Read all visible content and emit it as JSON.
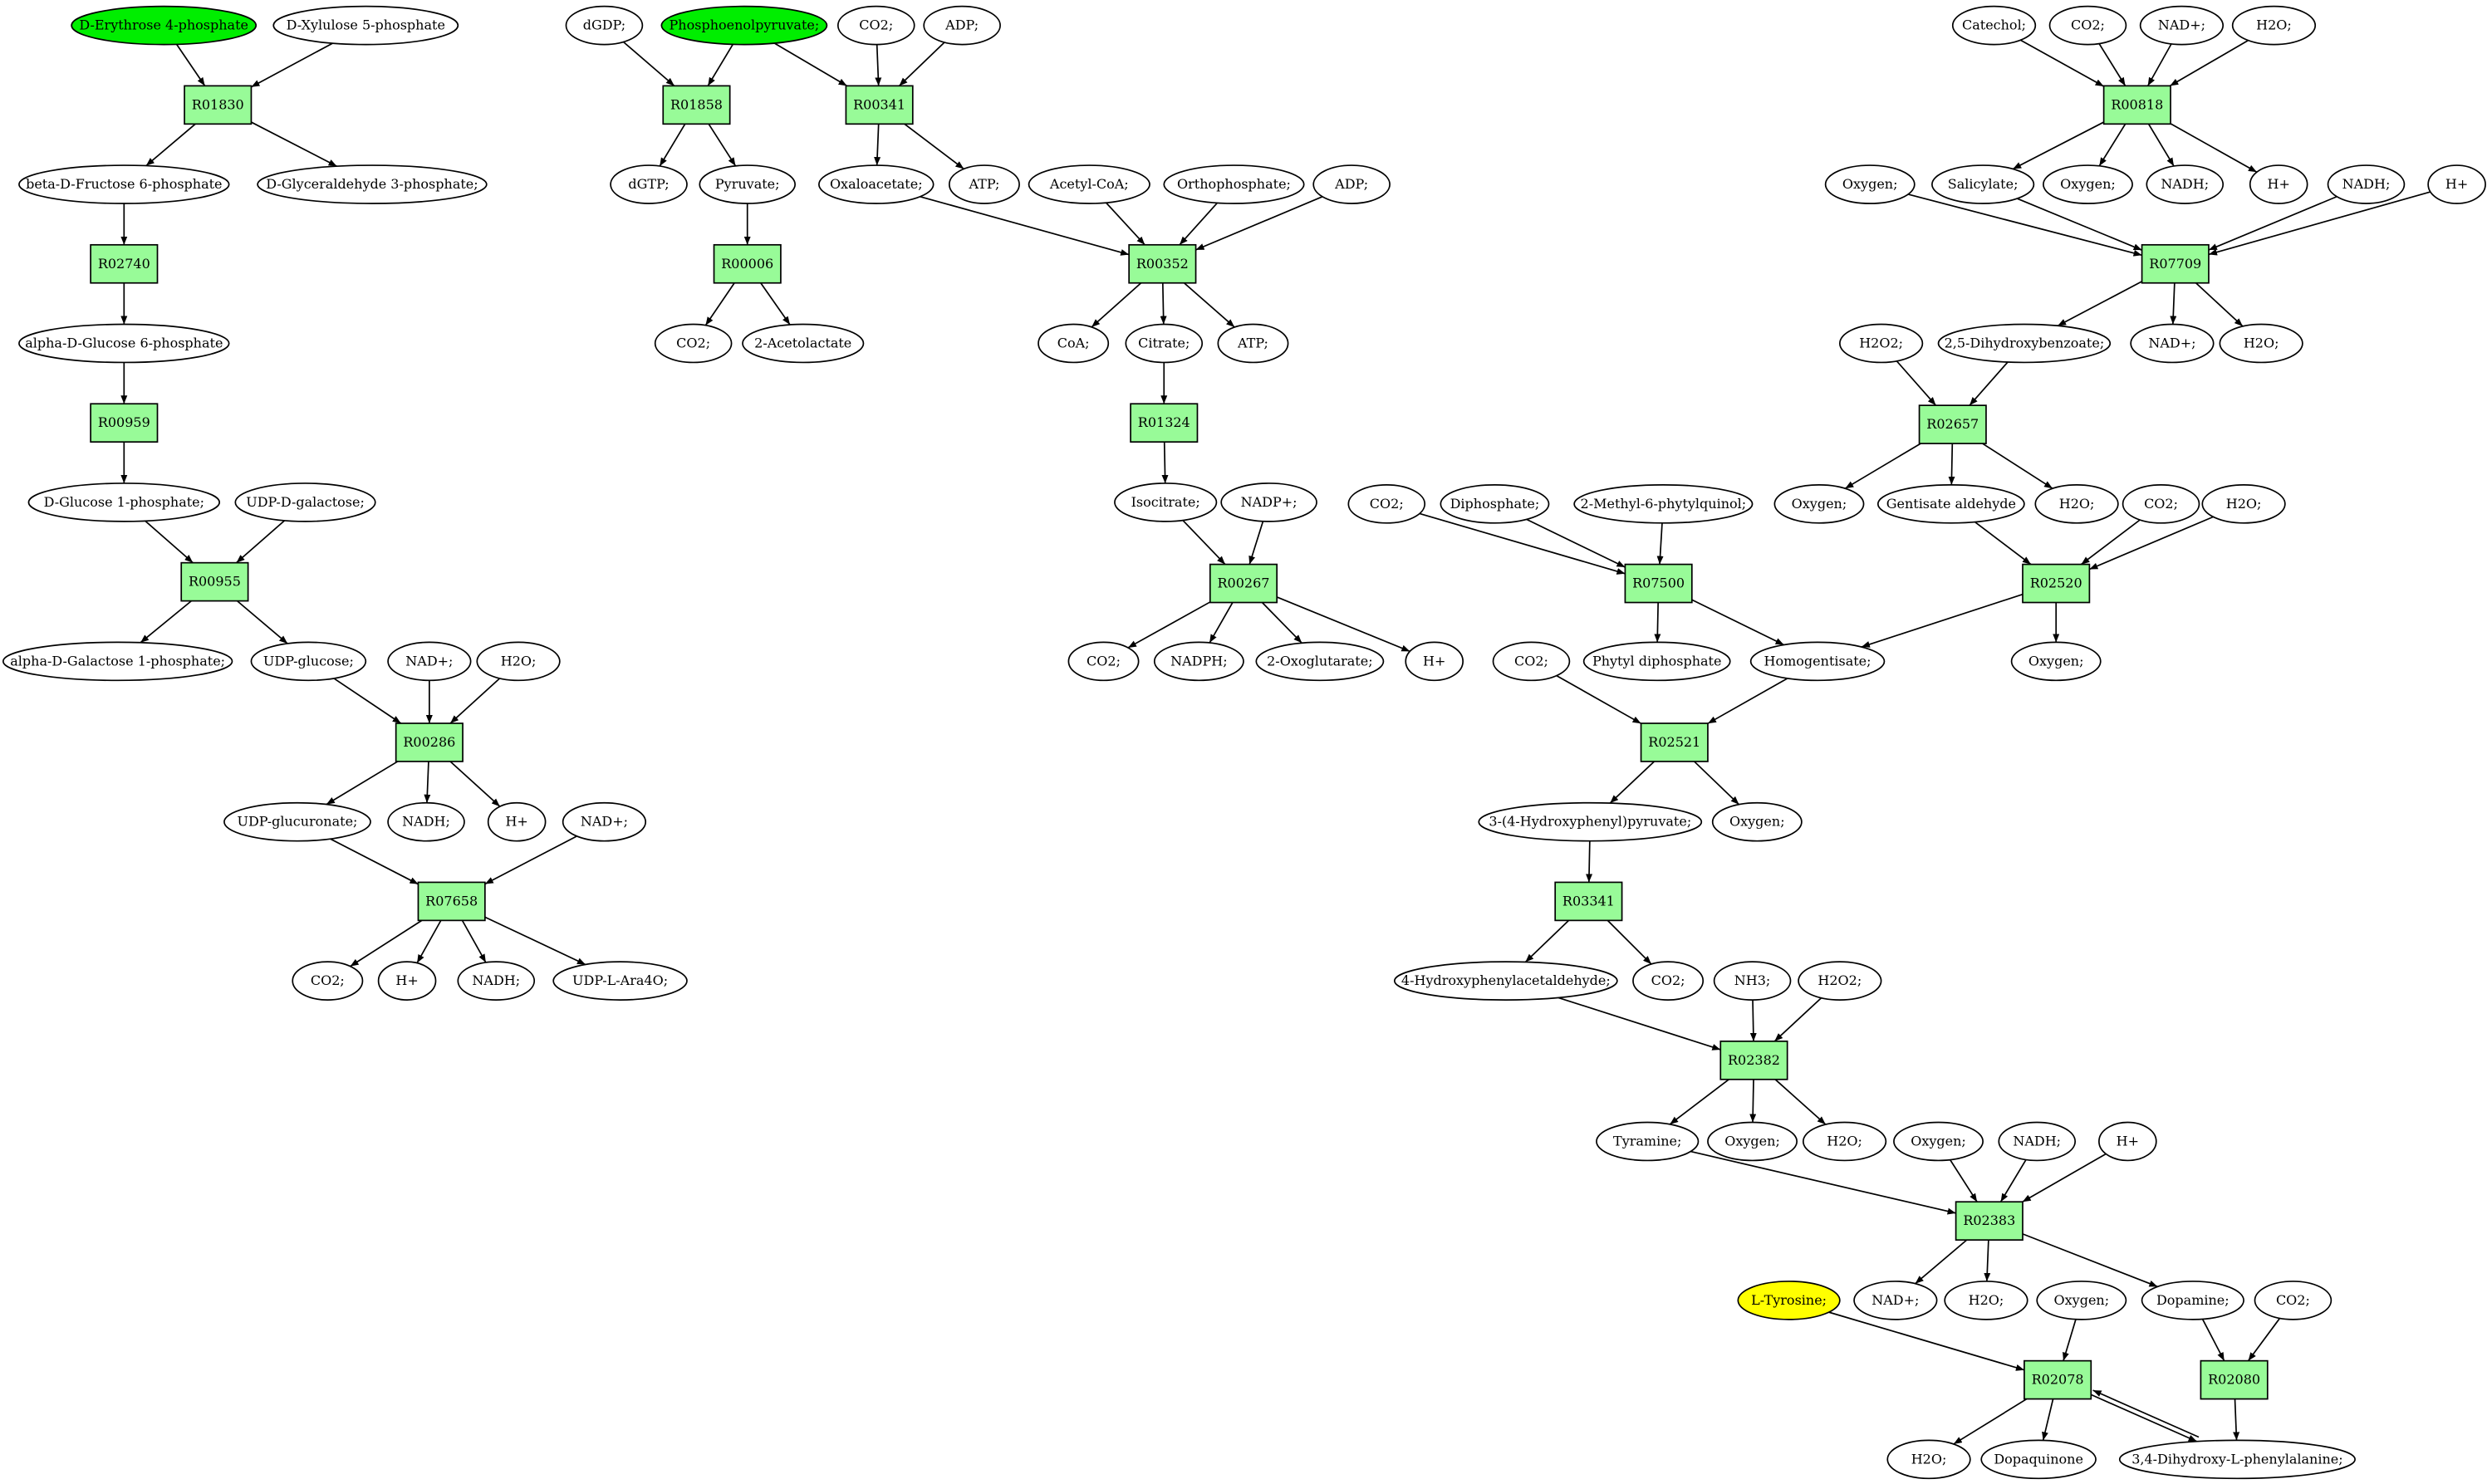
{
  "colors": {
    "reaction_fill": "#98fb98",
    "start_fill": "#00ee00",
    "target_fill": "#ffff00",
    "metabolite_fill": "#ffffff",
    "stroke": "#000000"
  },
  "metabolites": {
    "m_e4p": "D-Erythrose 4-phosphate",
    "m_x5p": "D-Xylulose 5-phosphate",
    "m_f6p": "beta-D-Fructose 6-phosphate",
    "m_g3p": "D-Glyceraldehyde 3-phosphate;",
    "m_g6p": "alpha-D-Glucose 6-phosphate",
    "m_g1p": "D-Glucose 1-phosphate;",
    "m_udpgal": "UDP-D-galactose;",
    "m_gal1p": "alpha-D-Galactose 1-phosphate;",
    "m_udpglc": "UDP-glucose;",
    "m_nad_1": "NAD+;",
    "m_h2o_1": "H2O;",
    "m_udpgluc": "UDP-glucuronate;",
    "m_nadh_1": "NADH;",
    "m_h_1": "H+",
    "m_nad_2": "NAD+;",
    "m_co2_1": "CO2;",
    "m_h_2": "H+",
    "m_nadh_2": "NADH;",
    "m_udpara": "UDP-L-Ara4O;",
    "m_dgdp": "dGDP;",
    "m_pep": "Phosphoenolpyruvate;",
    "m_co2_2": "CO2;",
    "m_adp_1": "ADP;",
    "m_dgtp": "dGTP;",
    "m_pyr": "Pyruvate;",
    "m_oaa": "Oxaloacetate;",
    "m_atp_1": "ATP;",
    "m_co2_3": "CO2;",
    "m_acl": "2-Acetolactate",
    "m_accoa": "Acetyl-CoA;",
    "m_pi": "Orthophosphate;",
    "m_adp_2": "ADP;",
    "m_coa": "CoA;",
    "m_cit": "Citrate;",
    "m_atp_2": "ATP;",
    "m_icit": "Isocitrate;",
    "m_nadp": "NADP+;",
    "m_co2_4": "CO2;",
    "m_nadph": "NADPH;",
    "m_akg": "2-Oxoglutarate;",
    "m_h_3": "H+",
    "m_cat": "Catechol;",
    "m_co2_5": "CO2;",
    "m_nad_3": "NAD+;",
    "m_h2o_2": "H2O;",
    "m_o2_1": "Oxygen;",
    "m_sal": "Salicylate;",
    "m_o2_2": "Oxygen;",
    "m_nadh_3": "NADH;",
    "m_h_4": "H+",
    "m_nadh_4": "NADH;",
    "m_h_5": "H+",
    "m_h2o2_1": "H2O2;",
    "m_dhb": "2,5-Dihydroxybenzoate;",
    "m_nad_4": "NAD+;",
    "m_h2o_3": "H2O;",
    "m_o2_3": "Oxygen;",
    "m_gent": "Gentisate aldehyde",
    "m_h2o_4": "H2O;",
    "m_co2_6": "CO2;",
    "m_h2o_5": "H2O;",
    "m_co2_7": "CO2;",
    "m_ppi": "Diphosphate;",
    "m_mpq": "2-Methyl-6-phytylquinol;",
    "m_phdp": "Phytyl diphosphate",
    "m_hga": "Homogentisate;",
    "m_o2_4": "Oxygen;",
    "m_co2_8": "CO2;",
    "m_hpp": "3-(4-Hydroxyphenyl)pyruvate;",
    "m_o2_5": "Oxygen;",
    "m_hpa": "4-Hydroxyphenylacetaldehyde;",
    "m_co2_9": "CO2;",
    "m_nh3": "NH3;",
    "m_h2o2_2": "H2O2;",
    "m_tyra": "Tyramine;",
    "m_o2_6": "Oxygen;",
    "m_h2o_6": "H2O;",
    "m_o2_7": "Oxygen;",
    "m_nadh_5": "NADH;",
    "m_h_6": "H+",
    "m_tyr": "L-Tyrosine;",
    "m_nad_5": "NAD+;",
    "m_h2o_7": "H2O;",
    "m_o2_8": "Oxygen;",
    "m_dopa_amine": "Dopamine;",
    "m_co2_10": "CO2;",
    "m_h2o_8": "H2O;",
    "m_dq": "Dopaquinone",
    "m_ldopa": "3,4-Dihydroxy-L-phenylalanine;"
  },
  "reactions": {
    "r_R01830": "R01830",
    "r_R02740": "R02740",
    "r_R00959": "R00959",
    "r_R00955": "R00955",
    "r_R00286": "R00286",
    "r_R07658": "R07658",
    "r_R01858": "R01858",
    "r_R00341": "R00341",
    "r_R00006": "R00006",
    "r_R00352": "R00352",
    "r_R01324": "R01324",
    "r_R00267": "R00267",
    "r_R00818": "R00818",
    "r_R07709": "R07709",
    "r_R02657": "R02657",
    "r_R02520": "R02520",
    "r_R07500": "R07500",
    "r_R02521": "R02521",
    "r_R03341": "R03341",
    "r_R02382": "R02382",
    "r_R02383": "R02383",
    "r_R02078": "R02078",
    "r_R02080": "R02080"
  },
  "highlights": {
    "start": [
      "m_e4p",
      "m_pep"
    ],
    "target": [
      "m_tyr"
    ]
  },
  "edges": [
    [
      "m_e4p",
      "r_R01830"
    ],
    [
      "m_x5p",
      "r_R01830"
    ],
    [
      "r_R01830",
      "m_f6p"
    ],
    [
      "r_R01830",
      "m_g3p"
    ],
    [
      "m_f6p",
      "r_R02740"
    ],
    [
      "r_R02740",
      "m_g6p"
    ],
    [
      "m_g6p",
      "r_R00959"
    ],
    [
      "r_R00959",
      "m_g1p"
    ],
    [
      "m_g1p",
      "r_R00955"
    ],
    [
      "m_udpgal",
      "r_R00955"
    ],
    [
      "r_R00955",
      "m_gal1p"
    ],
    [
      "r_R00955",
      "m_udpglc"
    ],
    [
      "m_udpglc",
      "r_R00286"
    ],
    [
      "m_nad_1",
      "r_R00286"
    ],
    [
      "m_h2o_1",
      "r_R00286"
    ],
    [
      "r_R00286",
      "m_udpgluc"
    ],
    [
      "r_R00286",
      "m_nadh_1"
    ],
    [
      "r_R00286",
      "m_h_1"
    ],
    [
      "m_udpgluc",
      "r_R07658"
    ],
    [
      "m_nad_2",
      "r_R07658"
    ],
    [
      "r_R07658",
      "m_co2_1"
    ],
    [
      "r_R07658",
      "m_h_2"
    ],
    [
      "r_R07658",
      "m_nadh_2"
    ],
    [
      "r_R07658",
      "m_udpara"
    ],
    [
      "m_dgdp",
      "r_R01858"
    ],
    [
      "m_pep",
      "r_R01858"
    ],
    [
      "r_R01858",
      "m_dgtp"
    ],
    [
      "r_R01858",
      "m_pyr"
    ],
    [
      "m_pep",
      "r_R00341"
    ],
    [
      "m_co2_2",
      "r_R00341"
    ],
    [
      "m_adp_1",
      "r_R00341"
    ],
    [
      "r_R00341",
      "m_oaa"
    ],
    [
      "r_R00341",
      "m_atp_1"
    ],
    [
      "m_pyr",
      "r_R00006"
    ],
    [
      "r_R00006",
      "m_co2_3"
    ],
    [
      "r_R00006",
      "m_acl"
    ],
    [
      "m_oaa",
      "r_R00352"
    ],
    [
      "m_accoa",
      "r_R00352"
    ],
    [
      "m_pi",
      "r_R00352"
    ],
    [
      "m_adp_2",
      "r_R00352"
    ],
    [
      "r_R00352",
      "m_coa"
    ],
    [
      "r_R00352",
      "m_cit"
    ],
    [
      "r_R00352",
      "m_atp_2"
    ],
    [
      "m_cit",
      "r_R01324"
    ],
    [
      "r_R01324",
      "m_icit"
    ],
    [
      "m_icit",
      "r_R00267"
    ],
    [
      "m_nadp",
      "r_R00267"
    ],
    [
      "r_R00267",
      "m_co2_4"
    ],
    [
      "r_R00267",
      "m_nadph"
    ],
    [
      "r_R00267",
      "m_akg"
    ],
    [
      "r_R00267",
      "m_h_3"
    ],
    [
      "m_cat",
      "r_R00818"
    ],
    [
      "m_co2_5",
      "r_R00818"
    ],
    [
      "m_nad_3",
      "r_R00818"
    ],
    [
      "m_h2o_2",
      "r_R00818"
    ],
    [
      "r_R00818",
      "m_sal"
    ],
    [
      "r_R00818",
      "m_o2_2"
    ],
    [
      "r_R00818",
      "m_nadh_3"
    ],
    [
      "r_R00818",
      "m_h_4"
    ],
    [
      "m_o2_1",
      "r_R07709"
    ],
    [
      "m_sal",
      "r_R07709"
    ],
    [
      "m_nadh_4",
      "r_R07709"
    ],
    [
      "m_h_5",
      "r_R07709"
    ],
    [
      "r_R07709",
      "m_dhb"
    ],
    [
      "r_R07709",
      "m_nad_4"
    ],
    [
      "r_R07709",
      "m_h2o_3"
    ],
    [
      "m_h2o2_1",
      "r_R02657"
    ],
    [
      "m_dhb",
      "r_R02657"
    ],
    [
      "r_R02657",
      "m_o2_3"
    ],
    [
      "r_R02657",
      "m_gent"
    ],
    [
      "r_R02657",
      "m_h2o_4"
    ],
    [
      "m_gent",
      "r_R02520"
    ],
    [
      "m_co2_6",
      "r_R02520"
    ],
    [
      "m_h2o_5",
      "r_R02520"
    ],
    [
      "r_R02520",
      "m_hga"
    ],
    [
      "r_R02520",
      "m_o2_4"
    ],
    [
      "m_co2_7",
      "r_R07500"
    ],
    [
      "m_ppi",
      "r_R07500"
    ],
    [
      "m_mpq",
      "r_R07500"
    ],
    [
      "r_R07500",
      "m_phdp"
    ],
    [
      "r_R07500",
      "m_hga"
    ],
    [
      "m_co2_8",
      "r_R02521"
    ],
    [
      "m_hga",
      "r_R02521"
    ],
    [
      "r_R02521",
      "m_hpp"
    ],
    [
      "r_R02521",
      "m_o2_5"
    ],
    [
      "m_hpp",
      "r_R03341"
    ],
    [
      "r_R03341",
      "m_hpa"
    ],
    [
      "r_R03341",
      "m_co2_9"
    ],
    [
      "m_hpa",
      "r_R02382"
    ],
    [
      "m_nh3",
      "r_R02382"
    ],
    [
      "m_h2o2_2",
      "r_R02382"
    ],
    [
      "r_R02382",
      "m_tyra"
    ],
    [
      "r_R02382",
      "m_o2_6"
    ],
    [
      "r_R02382",
      "m_h2o_6"
    ],
    [
      "m_tyra",
      "r_R02383"
    ],
    [
      "m_o2_7",
      "r_R02383"
    ],
    [
      "m_nadh_5",
      "r_R02383"
    ],
    [
      "m_h_6",
      "r_R02383"
    ],
    [
      "r_R02383",
      "m_nad_5"
    ],
    [
      "r_R02383",
      "m_h2o_7"
    ],
    [
      "r_R02383",
      "m_dopa_amine"
    ],
    [
      "m_tyr",
      "r_R02078"
    ],
    [
      "m_o2_8",
      "r_R02078"
    ],
    [
      "r_R02078",
      "m_h2o_8"
    ],
    [
      "r_R02078",
      "m_dq"
    ],
    [
      "r_R02078",
      "m_ldopa"
    ],
    [
      "m_ldopa",
      "r_R02078"
    ],
    [
      "m_dopa_amine",
      "r_R02080"
    ],
    [
      "m_co2_10",
      "r_R02080"
    ],
    [
      "r_R02080",
      "m_ldopa"
    ]
  ]
}
